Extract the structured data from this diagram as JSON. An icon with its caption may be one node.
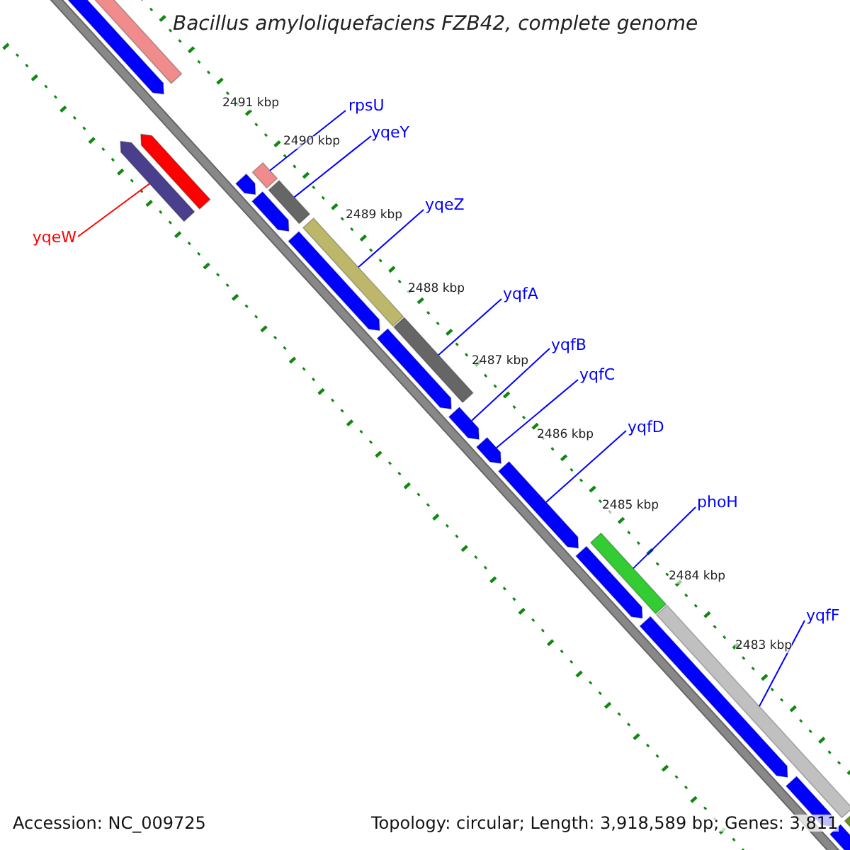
{
  "diagram": {
    "title": "Bacillus amyloliquefaciens FZB42, complete genome",
    "nodes": [
      {
        "text": [
          "yqeW"
        ]
      },
      {
        "text": [
          "rpsU"
        ]
      },
      {
        "text": [
          "yqeY"
        ]
      },
      {
        "text": [
          "yqeZ"
        ]
      },
      {
        "text": [
          "yqfA"
        ]
      },
      {
        "text": [
          "yqfB"
        ]
      },
      {
        "text": [
          "yqfC"
        ]
      },
      {
        "text": [
          "yqfD"
        ]
      },
      {
        "text": [
          "phoH"
        ]
      },
      {
        "text": [
          "yqfF"
        ]
      },
      {
        "text": [],
        "shape": "bar"
      },
      {
        "text": [],
        "shape": "bar"
      },
      {
        "text": [],
        "shape": "bar"
      },
      {
        "text": [],
        "shape": "bar"
      },
      {
        "text": [],
        "shape": "bar"
      },
      {
        "text": [],
        "shape": "bar"
      },
      {
        "text": [],
        "shape": "bar"
      },
      {
        "text": [],
        "shape": "bar"
      },
      {
        "text": [],
        "shape": "bar"
      },
      {
        "text": [],
        "shape": "bar"
      }
    ],
    "edges": [
      {
        "from": 0,
        "to": 10,
        "arrow": "none",
        "color": "#ff0000"
      },
      {
        "from": 1,
        "to": 11,
        "arrow": "none"
      },
      {
        "from": 2,
        "to": 12,
        "arrow": "none"
      },
      {
        "from": 3,
        "to": 13,
        "arrow": "none"
      },
      {
        "from": 4,
        "to": 14,
        "arrow": "none"
      },
      {
        "from": 5,
        "to": 15,
        "arrow": "none"
      },
      {
        "from": 6,
        "to": 16,
        "arrow": "none"
      },
      {
        "from": 7,
        "to": 17,
        "arrow": "none"
      },
      {
        "from": 8,
        "to": 18,
        "arrow": "none"
      },
      {
        "from": 9,
        "to": 19,
        "arrow": "none"
      }
    ],
    "labels": [
      "2491 kbp",
      "2490 kbp",
      "2489 kbp",
      "2488 kbp",
      "2487 kbp",
      "2486 kbp",
      "2485 kbp",
      "2484 kbp",
      "2483 kbp",
      "Accession: NC_009725",
      "Topology: circular; Length: 3,918,589 bp; Genes: 3,811"
    ]
  }
}
